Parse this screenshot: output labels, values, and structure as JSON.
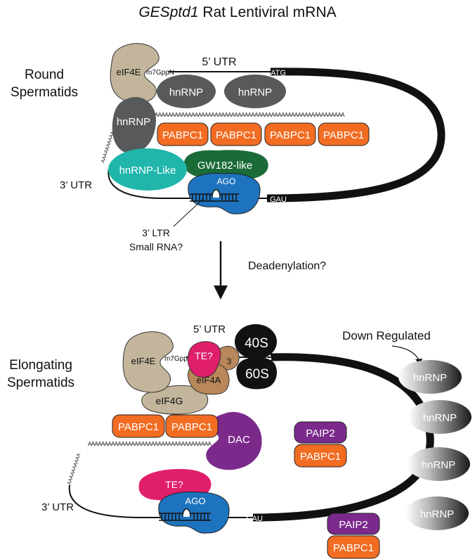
{
  "title": {
    "gene": "GESptd1",
    "rest": " Rat Lentiviral mRNA"
  },
  "top_panel": {
    "stage_line1": "Round",
    "stage_line2": "Spermatids",
    "utr5": "5’ UTR",
    "utr3": "3’ UTR",
    "cap": "m7GppN",
    "atg": "ATG",
    "gau": "GAU",
    "poly_a": "AAAAAAAAAAAAAAAAAAAAAAAAAAAAAAAAAAAAAAAAAAAAAAAAAAAAAAAAA",
    "poly_a_tail": "AAAAAAAAAA",
    "eif4e": "eIF4E",
    "hnrnp_a": "hnRNP",
    "hnrnp_b": "hnRNP",
    "hnrnp_c": "hnRNP",
    "pabpc": [
      "PABPC1",
      "PABPC1",
      "PABPC1",
      "PABPC1"
    ],
    "hnrnp_like": "hnRNP-Like",
    "gw182": "GW182-like",
    "ago": "AGO",
    "ltr_line1": "3’ LTR",
    "ltr_line2": "Small RNA?"
  },
  "arrow_label": "Deadenylation?",
  "bottom_panel": {
    "stage_line1": "Elongating",
    "stage_line2": "Spermatids",
    "utr5": "5’ UTR",
    "utr3": "3’ UTR",
    "cap": "m7GppN",
    "atg": "ATG",
    "gau": "GAU",
    "poly_a": "AAAAAAAAAAAAAAAAAAAAAAAAAAAAAAAAAAAAA",
    "poly_a_tail": "AAAAAAAAAA",
    "eif4e": "eIF4E",
    "eif4g": "eIF4G",
    "eif4a": "eIF4A",
    "eif3": "3",
    "te_top": "TE?",
    "te_bottom": "TE?",
    "ribo_40s": "40S",
    "ribo_60s": "60S",
    "pabpc": [
      "PABPC1",
      "PABPC1"
    ],
    "dac": "DAC",
    "ago": "AGO",
    "paip_a": "PAIP2",
    "pabpc_a": "PABPC1",
    "paip_b": "PAIP2",
    "pabpc_b": "PABPC1",
    "down_regulated": "Down Regulated",
    "hnrnp_list": [
      "hnRNP",
      "hnRNP",
      "hnRNP",
      "hnRNP"
    ]
  },
  "colors": {
    "tan": "#c2b59b",
    "dark_gray": "#58595b",
    "orange": "#f26c22",
    "teal": "#20b6ac",
    "green": "#1a6b38",
    "blue": "#1e73be",
    "purple": "#7b2a8c",
    "magenta": "#e01e6a",
    "brown": "#b8875a",
    "black": "#111111"
  }
}
